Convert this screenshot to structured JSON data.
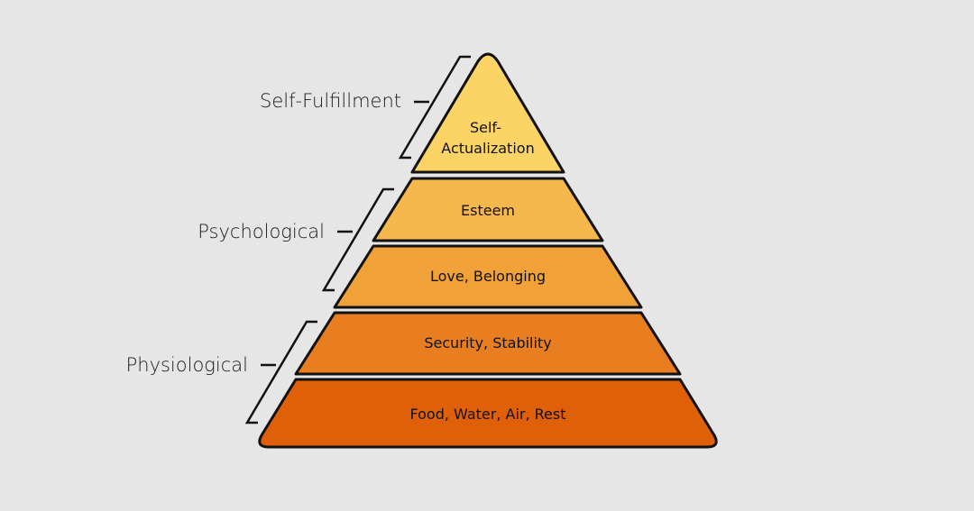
{
  "diagram": {
    "tiers": [
      {
        "label_lines": [
          "Self-",
          "Actualization"
        ],
        "color": "#fbd465"
      },
      {
        "label_lines": [
          "Esteem"
        ],
        "color": "#f6b74d"
      },
      {
        "label_lines": [
          "Love, Belonging"
        ],
        "color": "#f0a138"
      },
      {
        "label_lines": [
          "Security, Stability"
        ],
        "color": "#e97e20"
      },
      {
        "label_lines": [
          "Food, Water, Air, Rest"
        ],
        "color": "#e0600a"
      }
    ],
    "groups": [
      {
        "label": "Self-Fulfillment"
      },
      {
        "label": "Psychological"
      },
      {
        "label": "Physiological"
      }
    ]
  }
}
